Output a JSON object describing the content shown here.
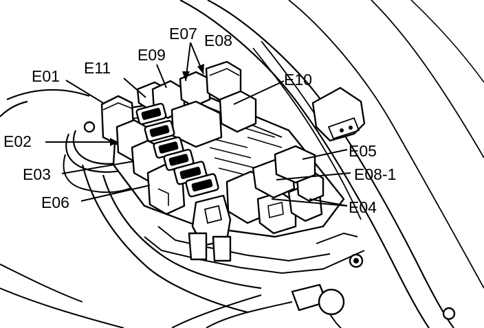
{
  "diagram": {
    "labels": {
      "e01": "E01",
      "e02": "E02",
      "e03": "E03",
      "e04": "E04",
      "e05": "E05",
      "e06": "E06",
      "e07": "E07",
      "e08": "E08",
      "e08_1": "E08-1",
      "e09": "E09",
      "e10": "E10",
      "e11": "E11"
    }
  }
}
